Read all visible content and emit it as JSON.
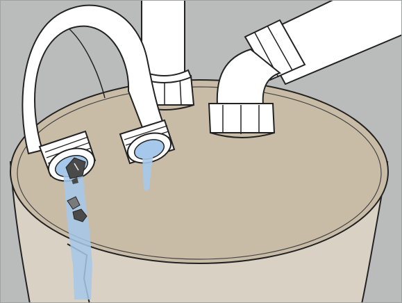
{
  "illustration": {
    "subject": "sump-basin-pipe-connections",
    "colors": {
      "background": "#b9bcbb",
      "basin": "#d9d1c4",
      "lid": "#c9bca6",
      "outline": "#222222",
      "pipe": "#ffffff",
      "water": "#a6c8ea",
      "debris": "#4a4a4a"
    },
    "elements": [
      "gray-wall-background",
      "basin-body",
      "basin-lid",
      "u-trap-pipe",
      "vertical-pipe",
      "elbow-pipe",
      "water-stream",
      "debris-pieces"
    ]
  }
}
